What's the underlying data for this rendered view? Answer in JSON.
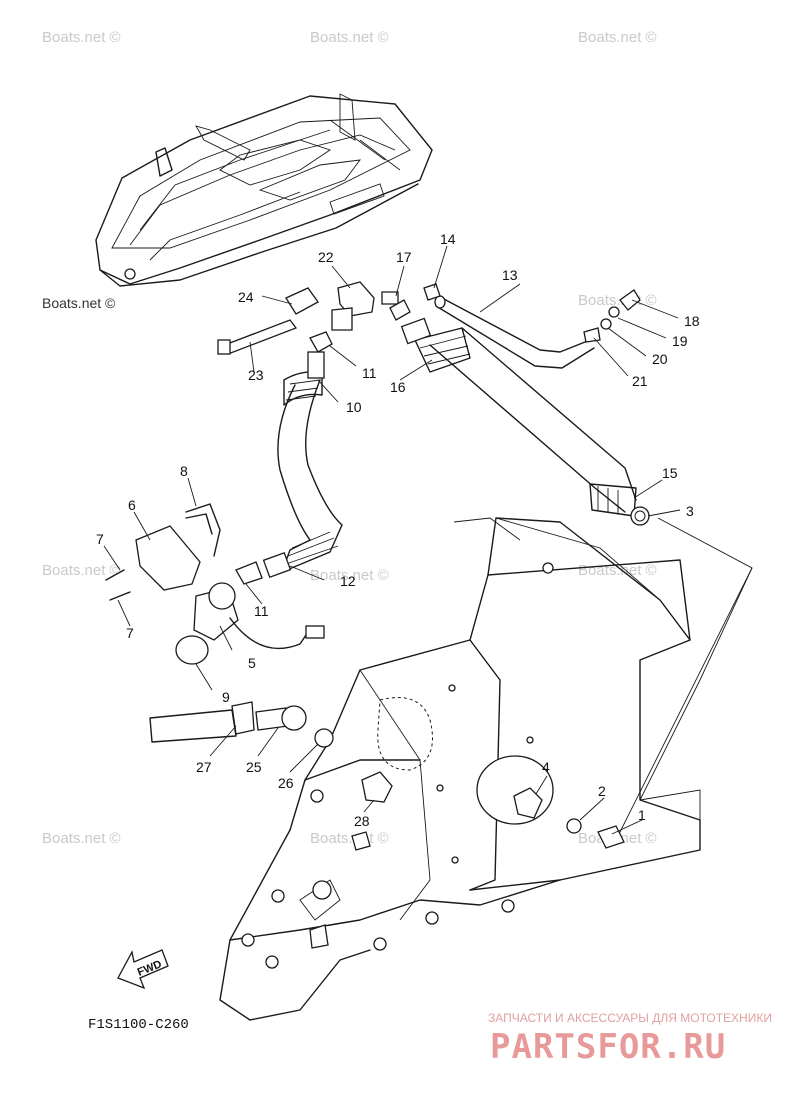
{
  "watermark": "Boats.net ©",
  "diagram_code": "F1S1100-C260",
  "fwd_label": "FWD",
  "brand": {
    "tagline": "ЗАПЧАСТИ И АКСЕССУАРЫ ДЛЯ МОТОТЕХНИКИ",
    "name": "PARTSFOR.RU"
  },
  "callouts": [
    "1",
    "2",
    "3",
    "4",
    "5",
    "6",
    "7",
    "7",
    "8",
    "9",
    "10",
    "11",
    "11",
    "12",
    "13",
    "14",
    "15",
    "16",
    "17",
    "18",
    "19",
    "20",
    "21",
    "22",
    "23",
    "24",
    "25",
    "26",
    "27",
    "28"
  ],
  "colors": {
    "line": "#1a1a1a",
    "watermark": "#c9c9c9",
    "brand": "#e89a9a"
  }
}
